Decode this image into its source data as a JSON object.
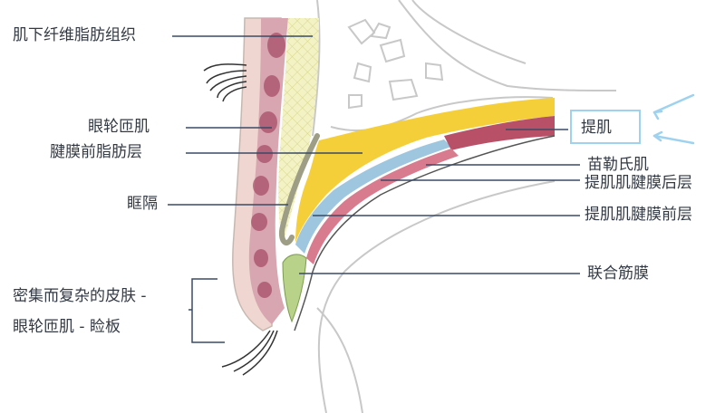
{
  "labels": {
    "subcutaneous_fibrous_fat": "肌下纤维脂肪组织",
    "orbicularis_oculi": "眼轮匝肌",
    "preaponeurotic_fat": "腱膜前脂肪层",
    "orbital_septum": "眶隔",
    "skin_muscle_tarsus_line1": "密集而复杂的皮肤 -",
    "skin_muscle_tarsus_line2": "眼轮匝肌 - 睑板",
    "levator": "提肌",
    "muller_muscle": "苗勒氏肌",
    "levator_aponeurosis_posterior": "提肌肌腱膜后层",
    "levator_aponeurosis_anterior": "提肌肌腱膜前层",
    "conjoint_fascia": "联合筋膜"
  },
  "colors": {
    "leader_line": "#3a4a66",
    "highlight": "#9fd2ee",
    "fat_yellow": "#f5cf3a",
    "muscle_pink": "#c86a7c",
    "aponeurosis_blue": "#9fc6df",
    "septum_gray": "#9e9e86"
  }
}
